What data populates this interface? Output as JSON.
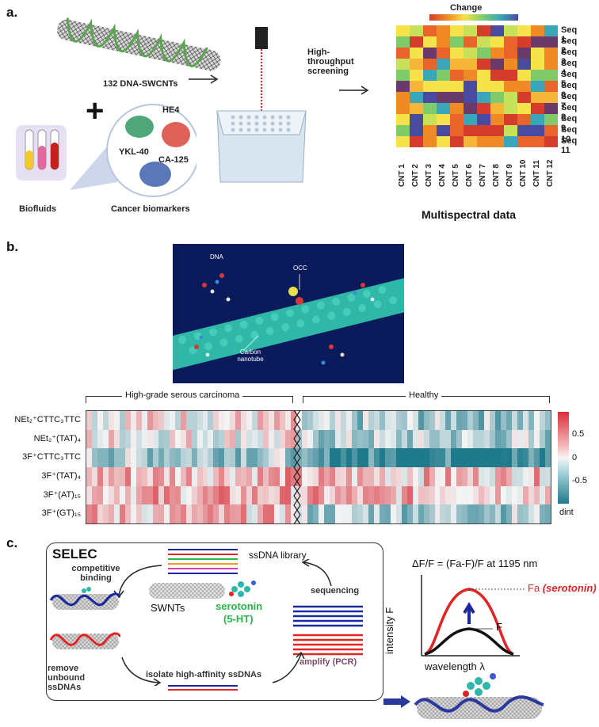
{
  "panels": {
    "a": "a.",
    "b": "b.",
    "c": "c."
  },
  "panel_a": {
    "nanotube_label": "132 DNA-SWCNTs",
    "biomarkers": [
      "HE4",
      "YKL-40",
      "CA-125"
    ],
    "biofluids_label": "Biofluids",
    "cancer_label": "Cancer biomarkers",
    "screening_label": "High-throughput screening",
    "change_label": "Change",
    "rows": [
      "Seq 1",
      "Seq 2",
      "Seq 3",
      "Seq 4",
      "Seq 5",
      "Seq 6",
      "Seq 7",
      "Seq 8",
      "Seq 9",
      "Seq 10",
      "Seq 11"
    ],
    "cols": [
      "CNT 1",
      "CNT 2",
      "CNT 3",
      "CNT 4",
      "CNT 5",
      "CNT 6",
      "CNT 7",
      "CNT 8",
      "CNT 9",
      "CNT 10",
      "CNT 11",
      "CNT 12"
    ],
    "multispectral_label": "Multispectral data",
    "colors": {
      "tube": "#4a4a4a",
      "wrap": "#5aa64f",
      "he4": "#e0605a",
      "ykl": "#4fa77a",
      "ca125": "#5a78b8",
      "laser": "#e02020"
    }
  },
  "panel_b": {
    "molecule_labels": {
      "dna": "DNA",
      "occ": "OCC",
      "cnt": "Carbon nanotube"
    },
    "group_left": "High-grade serous carcinoma",
    "group_right": "Healthy",
    "rows": [
      "NEt₂⁺CTTC₃TTC",
      "NEt₂⁺(TAT)₄",
      "3F⁺CTTC₃TTC",
      "3F⁺(TAT)₄",
      "3F⁺(AT)₁₅",
      "3F⁺(GT)₁₅"
    ],
    "colorbar_ticks": [
      "0.5",
      "0",
      "-0.5"
    ],
    "colorbar_label": "dint",
    "colors": {
      "pos": "#d7303a",
      "neg": "#1f7a8c",
      "zero": "#f4f4f4",
      "bg": "#0b1a5a"
    }
  },
  "panel_c": {
    "title": "SELEC",
    "ssdna_label": "ssDNA library",
    "competitive_label": "competitive binding",
    "swnt_label": "SWNTs",
    "serotonin_label": "serotonin",
    "serotonin_sub": "(5-HT)",
    "sequencing_label": "sequencing",
    "remove_label": "remove unbound ssDNAs",
    "isolate_label": "isolate high-affinity ssDNAs",
    "amplify_label": "amplify (PCR)",
    "formula": "ΔF/F = (Fa-F)/F at 1195 nm",
    "fa_label": "Fa",
    "fa_sub": "(serotonin)",
    "f_label": "F",
    "yaxis": "intensity F",
    "xaxis": "wavelength λ",
    "colors": {
      "red": "#e02525",
      "blue": "#1a2a9c",
      "green": "#2db34a"
    }
  }
}
